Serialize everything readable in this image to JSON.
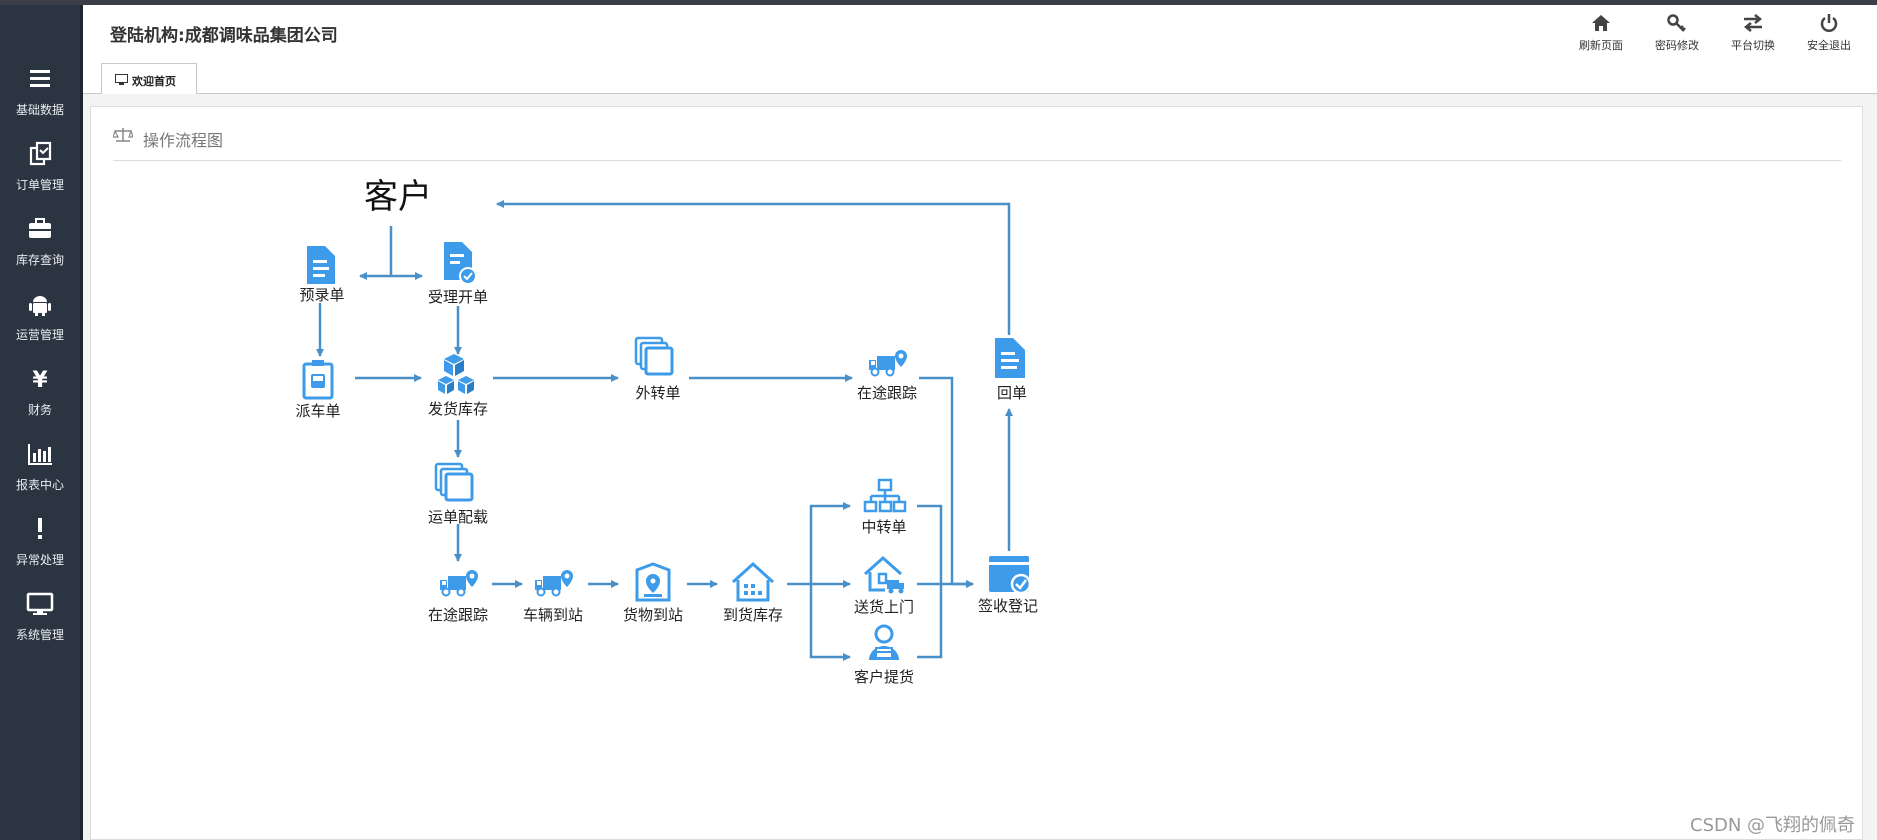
{
  "app": {
    "org_title": "登陆机构:成都调味品集团公司"
  },
  "sidebar": {
    "items": [
      {
        "label": "基础数据",
        "icon": "menu-icon"
      },
      {
        "label": "订单管理",
        "icon": "order-icon"
      },
      {
        "label": "库存查询",
        "icon": "briefcase-icon"
      },
      {
        "label": "运营管理",
        "icon": "android-icon"
      },
      {
        "label": "财务",
        "icon": "yen-icon"
      },
      {
        "label": "报表中心",
        "icon": "bar-chart-icon"
      },
      {
        "label": "异常处理",
        "icon": "exclamation-icon"
      },
      {
        "label": "系统管理",
        "icon": "monitor-icon"
      }
    ]
  },
  "toolbar": {
    "refresh": "刷新页面",
    "password": "密码修改",
    "switch": "平台切换",
    "logout": "安全退出"
  },
  "tabs": [
    {
      "label": "欢迎首页",
      "icon": "desktop-icon"
    }
  ],
  "panel": {
    "title": "操作流程图",
    "title_icon": "balance-scale-icon"
  },
  "flow": {
    "customer": "客户",
    "prerecord": "预录单",
    "accept": "受理开单",
    "dispatch": "派车单",
    "ship_stock": "发货库存",
    "transfer_out": "外转单",
    "tracking_top": "在途跟踪",
    "receipt": "回单",
    "loading": "运单配载",
    "tracking_bottom": "在途跟踪",
    "vehicle_arrive": "车辆到站",
    "goods_arrive": "货物到站",
    "arrive_stock": "到货库存",
    "hub_transfer": "中转单",
    "delivery": "送货上门",
    "pickup": "客户提货",
    "sign": "签收登记"
  },
  "watermark": "CSDN @飞翔的佩奇",
  "colors": {
    "sidebar_bg": "#2b3542",
    "icon_blue": "#3d9be9",
    "arrow": "#4a90c8"
  }
}
